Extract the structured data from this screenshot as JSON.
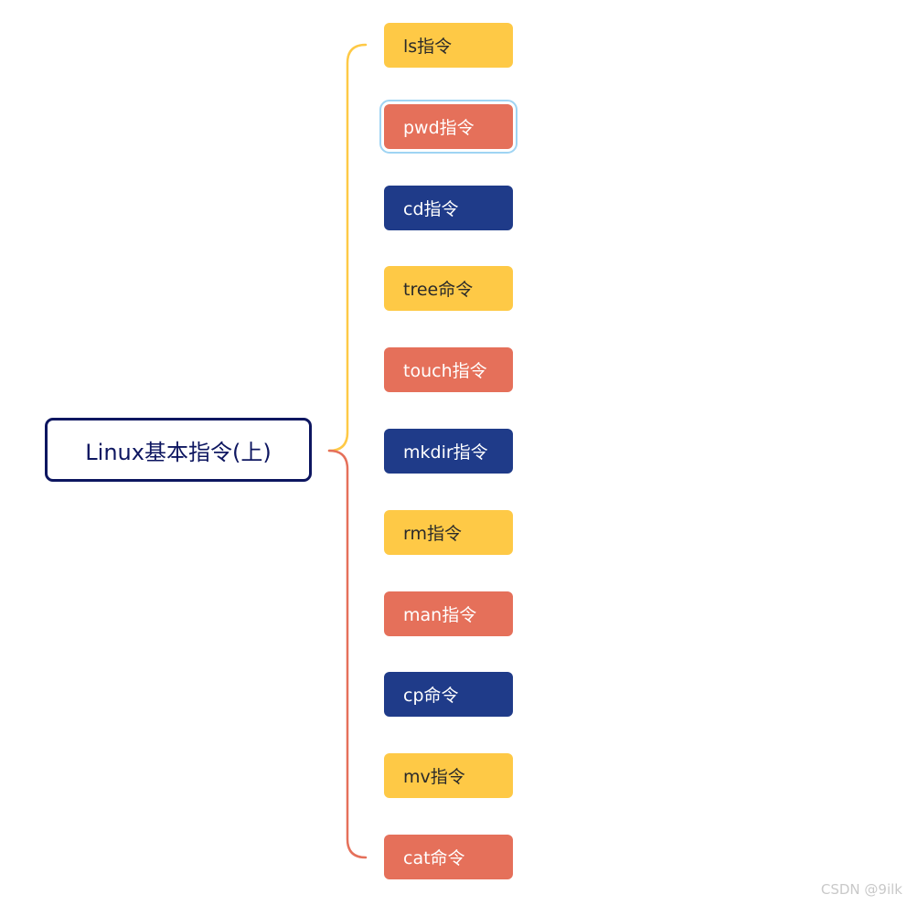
{
  "diagram": {
    "type": "mind-map",
    "root": {
      "label": "Linux基本指令(上)"
    },
    "branch_colors": {
      "upper": "#fec946",
      "lower": "#e5705a"
    },
    "nodes": [
      {
        "label": "ls指令",
        "color": "yellow"
      },
      {
        "label": "pwd指令",
        "color": "red",
        "selected": true
      },
      {
        "label": "cd指令",
        "color": "blue"
      },
      {
        "label": "tree命令",
        "color": "yellow"
      },
      {
        "label": "touch指令",
        "color": "red"
      },
      {
        "label": "mkdir指令",
        "color": "blue"
      },
      {
        "label": "rm指令",
        "color": "yellow"
      },
      {
        "label": "man指令",
        "color": "red"
      },
      {
        "label": "cp命令",
        "color": "blue"
      },
      {
        "label": "mv指令",
        "color": "yellow"
      },
      {
        "label": "cat命令",
        "color": "red"
      }
    ]
  },
  "watermark": "CSDN @9ilk"
}
